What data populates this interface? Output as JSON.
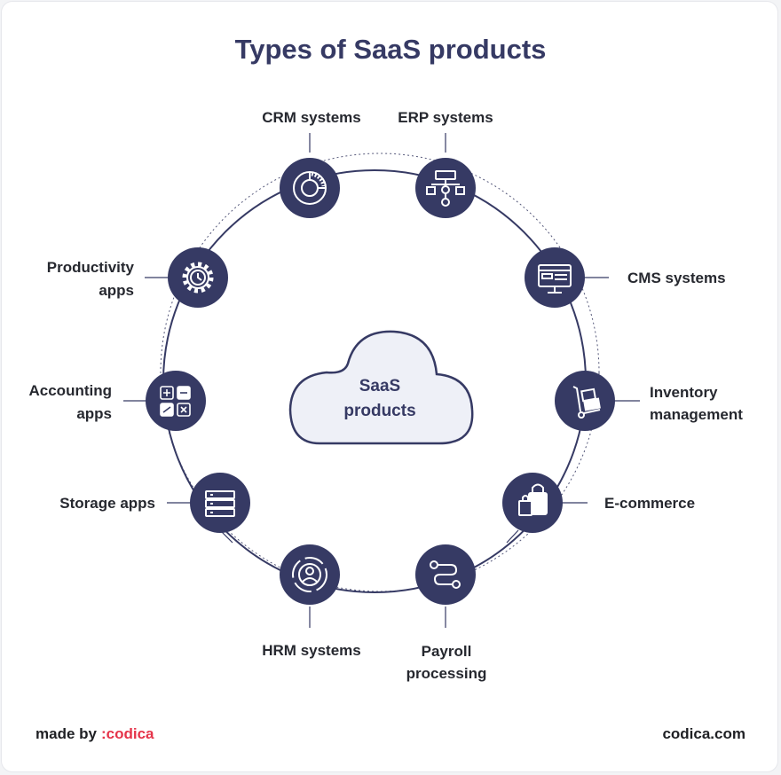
{
  "title": "Types of SaaS products",
  "center": {
    "line1": "SaaS",
    "line2": "products"
  },
  "nodes": [
    {
      "id": "crm",
      "lines": [
        "CRM systems"
      ],
      "icon": "pie-chart-icon"
    },
    {
      "id": "erp",
      "lines": [
        "ERP systems"
      ],
      "icon": "flowchart-icon"
    },
    {
      "id": "cms",
      "lines": [
        "CMS systems"
      ],
      "icon": "monitor-icon"
    },
    {
      "id": "inventory",
      "lines": [
        "Inventory",
        "management"
      ],
      "icon": "hand-truck-icon"
    },
    {
      "id": "ecommerce",
      "lines": [
        "E-commerce"
      ],
      "icon": "shopping-bag-icon"
    },
    {
      "id": "payroll",
      "lines": [
        "Payroll",
        "processing"
      ],
      "icon": "process-flow-icon"
    },
    {
      "id": "hrm",
      "lines": [
        "HRM systems"
      ],
      "icon": "person-cycle-icon"
    },
    {
      "id": "storage",
      "lines": [
        "Storage apps"
      ],
      "icon": "server-icon"
    },
    {
      "id": "accounting",
      "lines": [
        "Accounting",
        "apps"
      ],
      "icon": "calculator-icon"
    },
    {
      "id": "productivity",
      "lines": [
        "Productivity",
        "apps"
      ],
      "icon": "gear-clock-icon"
    }
  ],
  "footer": {
    "made_by": "made by",
    "brand": ":codica",
    "site": "codica.com"
  },
  "colors": {
    "navy": "#363a64",
    "brand": "#e5344a",
    "cloud_fill": "#eef0f7"
  }
}
